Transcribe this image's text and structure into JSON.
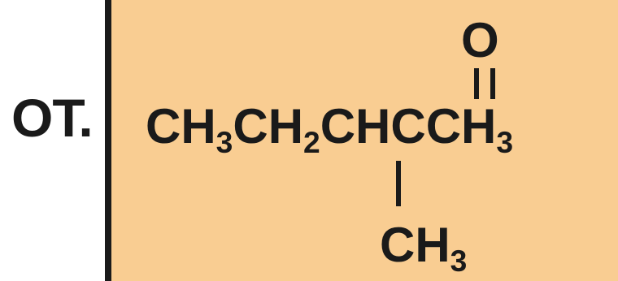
{
  "label": "OT.",
  "colors": {
    "panel": "#F9CD92",
    "ink": "#1A1A1A",
    "background": "#FFFFFF"
  },
  "formula": {
    "main_chain": [
      {
        "text": "CH",
        "sub": "3"
      },
      {
        "text": "CH",
        "sub": "2"
      },
      {
        "text": "CHCCH",
        "sub": "3"
      }
    ],
    "carbonyl_oxygen": "O",
    "branch": {
      "text": "CH",
      "sub": "3"
    }
  }
}
